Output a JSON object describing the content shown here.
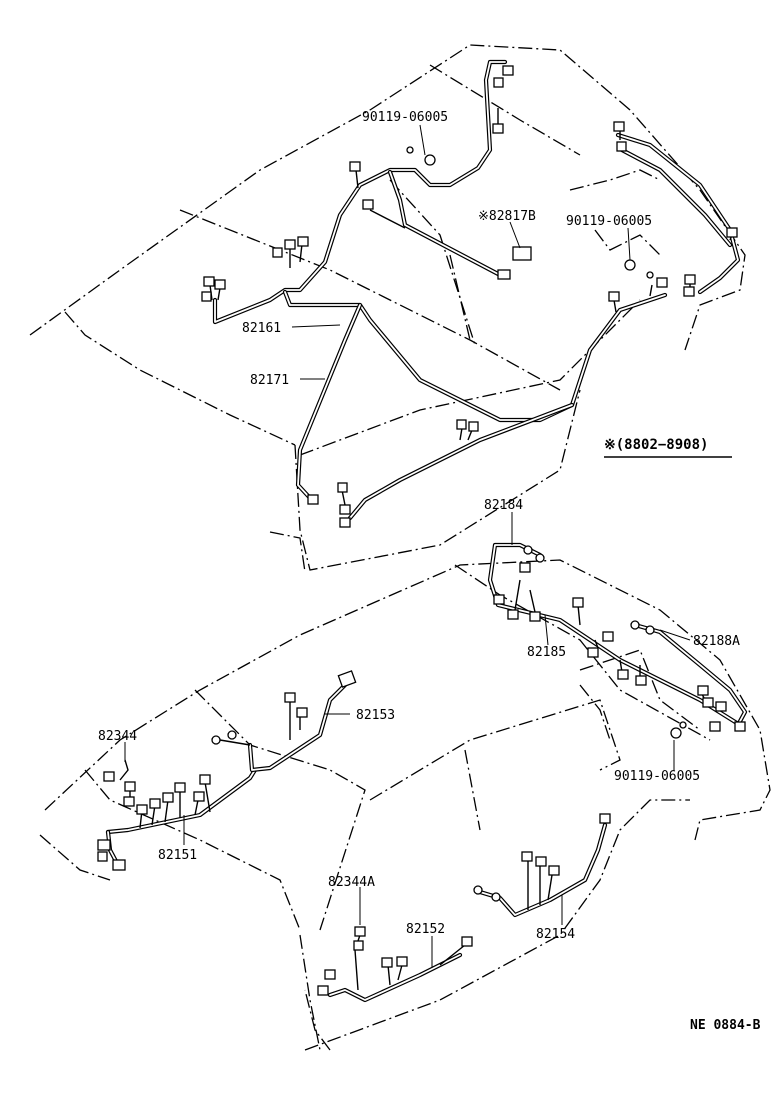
{
  "labels": {
    "bolt_top": "90119-06005",
    "part_82817b": "※82817B",
    "bolt_right": "90119-06005",
    "part_82161": "82161",
    "part_82171": "82171",
    "model_range": "※(8802−8908)",
    "part_82184": "82184",
    "part_82188a": "82188A",
    "part_82185": "82185",
    "part_82153": "82153",
    "part_82344": "82344",
    "bolt_lower": "90119-06005",
    "part_82151": "82151",
    "part_82344a": "82344A",
    "part_82152": "82152",
    "part_82154": "82154"
  },
  "reference_code": "NE 0884-B"
}
